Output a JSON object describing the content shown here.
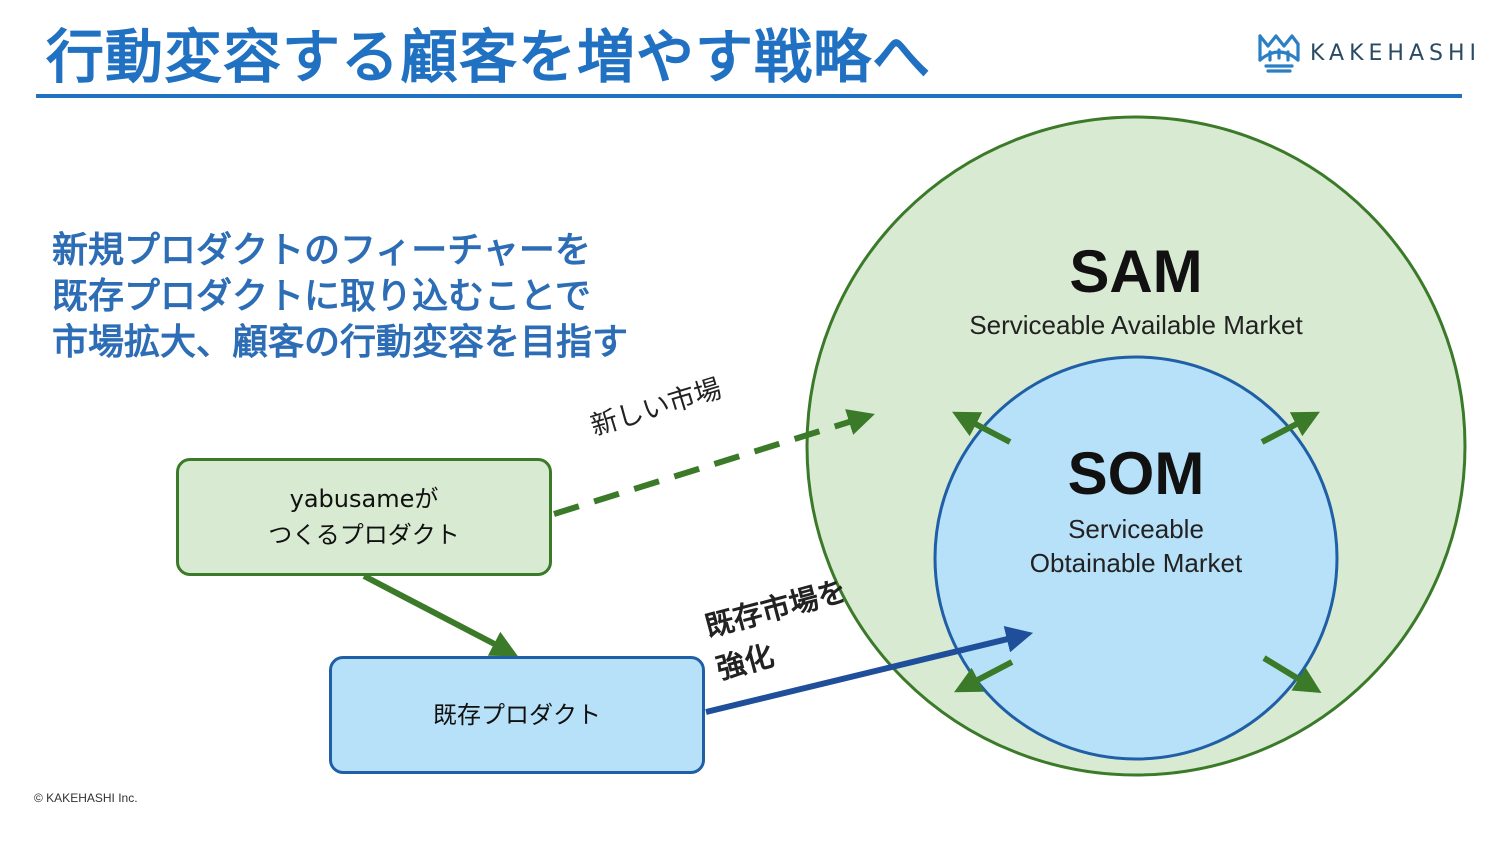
{
  "slide": {
    "title": "行動変容する顧客を増やす戦略へ",
    "headline_lines": [
      "新規プロダクトのフィーチャーを",
      "既存プロダクトに取り込むことで",
      "市場拡大、顧客の行動変容を目指す"
    ],
    "copyright": "© KAKEHASHI Inc."
  },
  "logo": {
    "text": "KAKEHASHI",
    "icon": "kakehashi-bridge-logo"
  },
  "diagram": {
    "new_product_box": {
      "line1": "yabusameが",
      "line2": "つくるプロダクト"
    },
    "existing_product_box": {
      "label": "既存プロダクト"
    },
    "new_market_label": "新しい市場",
    "strengthen_label": {
      "line1": "既存市場を",
      "line2": "強化"
    },
    "sam": {
      "title": "SAM",
      "subtitle": "Serviceable Available Market"
    },
    "som": {
      "title": "SOM",
      "subtitle_line1": "Serviceable",
      "subtitle_line2": "Obtainable Market"
    },
    "colors": {
      "title_blue": "#2171c2",
      "sam_fill": "#d9ead3",
      "sam_stroke": "#3a7a28",
      "som_fill": "#b7e1f8",
      "som_stroke": "#1f5fa6",
      "arrow_green": "#3a7a28",
      "arrow_blue": "#1f4f9a"
    }
  }
}
